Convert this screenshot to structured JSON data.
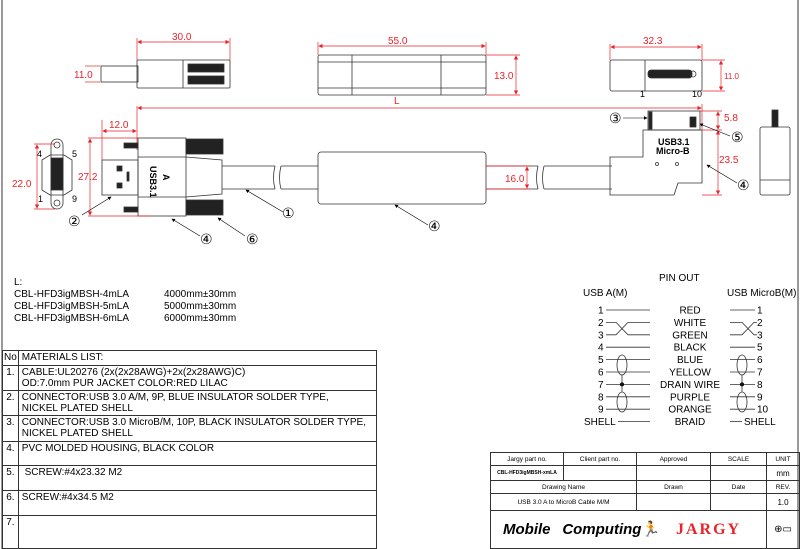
{
  "dimensions": {
    "top_left_length": "30.0",
    "top_left_height": "11.0",
    "top_mid_length": "55.0",
    "top_mid_height": "13.0",
    "top_right_length": "32.3",
    "top_right_height": "11.0",
    "overall_length": "L",
    "plug_length": "12.0",
    "a_face_height": "22.0",
    "a_overmold_height": "27.2",
    "ferrite_diameter": "16.0",
    "micro_plug_height": "5.8",
    "micro_housing_height": "23.5"
  },
  "pin_markers": {
    "a_4": "4",
    "a_5": "5",
    "a_1": "1",
    "a_9": "9",
    "micro_1": "1",
    "micro_10": "10"
  },
  "connector_marks": {
    "a_line1": "USB3.1",
    "a_line2": "A",
    "micro_line1": "USB3.1",
    "micro_line2": "Micro-B"
  },
  "callouts": [
    "①",
    "②",
    "③",
    "④",
    "⑤",
    "⑥"
  ],
  "length_table": {
    "heading": "L:",
    "rows": [
      {
        "part": "CBL-HFD3igMBSH-4mLA",
        "length": "4000mm±30mm"
      },
      {
        "part": "CBL-HFD3igMBSH-5mLA",
        "length": "5000mm±30mm"
      },
      {
        "part": "CBL-HFD3igMBSH-6mLA",
        "length": "6000mm±30mm"
      }
    ]
  },
  "materials": {
    "col_no": "No",
    "title": "MATERIALS LIST:",
    "rows": [
      {
        "no": "1.",
        "line1": "CABLE:UL20276 (2x(2x28AWG)+2x(2x28AWG)C)",
        "line2": "OD:7.0mm  PUR JACKET COLOR:RED LILAC"
      },
      {
        "no": "2.",
        "line1": "CONNECTOR:USB 3.0 A/M, 9P, BLUE INSULATOR SOLDER TYPE,",
        "line2": "NICKEL PLATED SHELL"
      },
      {
        "no": "3.",
        "line1": "CONNECTOR:USB 3.0 MicroB/M, 10P, BLACK INSULATOR SOLDER TYPE,",
        "line2": "NICKEL PLATED SHELL"
      },
      {
        "no": "4.",
        "line1": "PVC MOLDED HOUSING, BLACK COLOR",
        "line2": ""
      },
      {
        "no": "5.",
        "line1": " SCREW:#4x23.32 M2",
        "line2": ""
      },
      {
        "no": "6.",
        "line1": "SCREW:#4x34.5 M2",
        "line2": ""
      },
      {
        "no": "7.",
        "line1": "",
        "line2": ""
      }
    ]
  },
  "pinout": {
    "title": "PIN OUT",
    "left_header": "USB A(M)",
    "right_header": "USB MicroB(M)",
    "rows": [
      {
        "a": "1",
        "color": "RED",
        "b": "1"
      },
      {
        "a": "2",
        "color": "WHITE",
        "b": "2"
      },
      {
        "a": "3",
        "color": "GREEN",
        "b": "3"
      },
      {
        "a": "4",
        "color": "BLACK",
        "b": "5"
      },
      {
        "a": "5",
        "color": "BLUE",
        "b": "6"
      },
      {
        "a": "6",
        "color": "YELLOW",
        "b": "7"
      },
      {
        "a": "7",
        "color": "DRAIN WIRE",
        "b": "8"
      },
      {
        "a": "8",
        "color": "PURPLE",
        "b": "9"
      },
      {
        "a": "9",
        "color": "ORANGE",
        "b": "10"
      },
      {
        "a": "SHELL",
        "color": "BRAID",
        "b": "SHELL"
      }
    ]
  },
  "title_block": {
    "jargy_part_label": "Jargy part no.",
    "client_part_label": "Client part no.",
    "approved_label": "Approved",
    "scale_label": "SCALE",
    "unit_label": "UNIT",
    "jargy_part_value": "CBL-HFD3igMBSH-xmLA",
    "client_part_value": "",
    "unit_value": "mm",
    "drawing_name_label": "Drawing Name",
    "drawn_label": "Drawn",
    "date_label": "Date",
    "rev_label": "REV.",
    "drawing_name_value": "USB 3.0 A to MicroB Cable M/M",
    "rev_value": "1.0",
    "logo_mobile": "Mobile",
    "logo_computing": "Computing",
    "logo_jargy": "JARGY"
  },
  "colors": {
    "dimension": "#e8232a",
    "line": "#333333"
  }
}
